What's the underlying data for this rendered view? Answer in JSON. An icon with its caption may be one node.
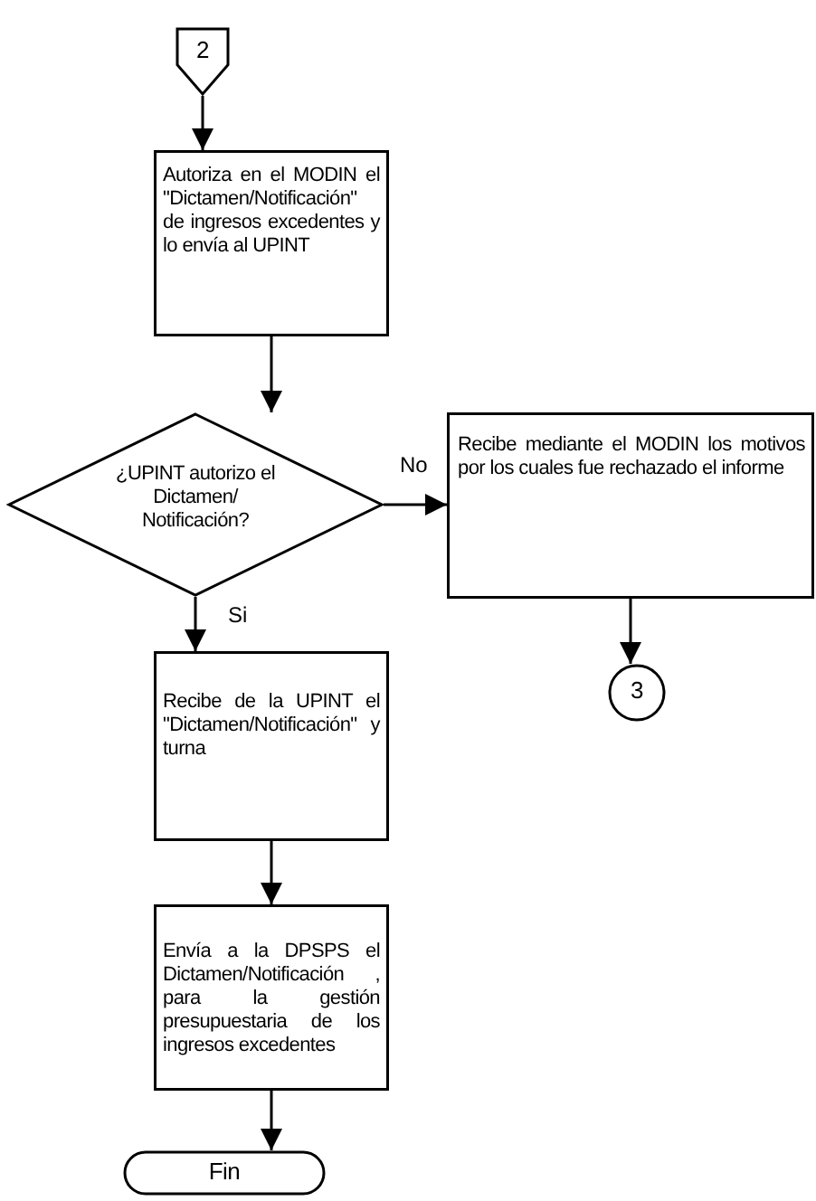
{
  "diagram": {
    "nodes": [
      {
        "text": [
          "2"
        ]
      },
      {
        "text": [
          "Autoriza en el MODIN el \"Dictamen/Notificación\" de ingresos excedentes y lo envía al UPINT"
        ]
      },
      {
        "text": [
          "¿UPINT autorizo el Dictamen/ Notificación?"
        ]
      },
      {
        "text": [
          "Recibe mediante el MODIN los motivos por los cuales fue rechazado el informe"
        ]
      },
      {
        "text": [
          "3"
        ]
      },
      {
        "text": [
          "Recibe de la UPINT el \"Dictamen/Notificación\" y turna"
        ]
      },
      {
        "text": [
          "Envía a la DPSPS el Dictamen/Notificación , para la gestión presupuestaria de los ingresos excedentes"
        ]
      },
      {
        "text": [
          "Fin"
        ]
      }
    ],
    "edges": [
      {
        "from": 0,
        "to": 1,
        "arrow": "to"
      },
      {
        "from": 1,
        "to": 2,
        "arrow": "to"
      },
      {
        "from": 2,
        "to": 3,
        "arrow": "to",
        "label": "No"
      },
      {
        "from": 3,
        "to": 4,
        "arrow": "to"
      },
      {
        "from": 2,
        "to": 5,
        "arrow": "to",
        "label": "Si"
      },
      {
        "from": 5,
        "to": 6,
        "arrow": "to"
      },
      {
        "from": 6,
        "to": 7,
        "arrow": "to"
      }
    ]
  }
}
